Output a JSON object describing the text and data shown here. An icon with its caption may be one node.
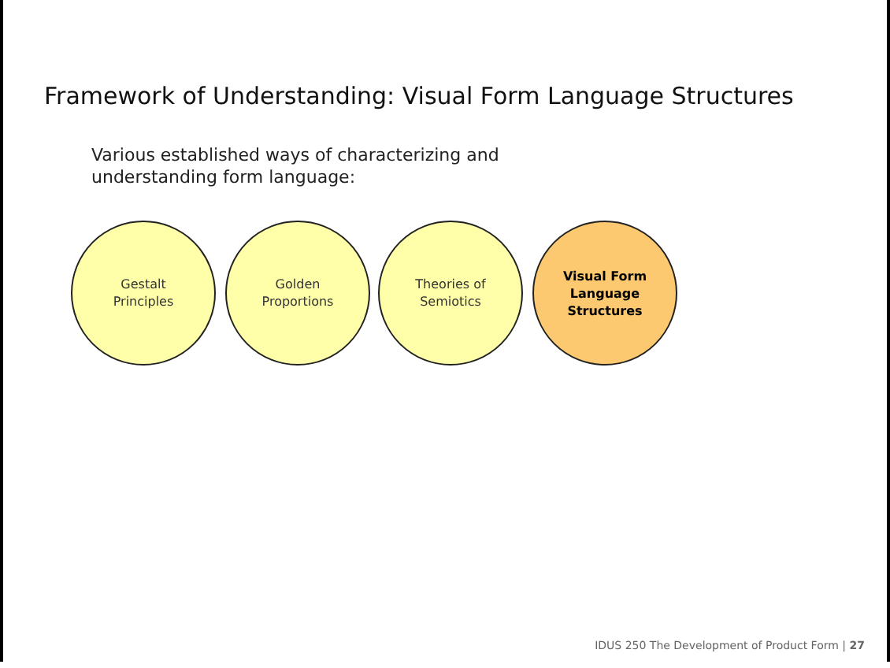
{
  "diagram": {
    "title": "Framework of Understanding: Visual Form Language Structures",
    "nodes": [
      {
        "text": [
          "Gestalt Principles"
        ]
      },
      {
        "text": [
          "Golden Proportions"
        ]
      },
      {
        "text": [
          "Theories of Semiotics"
        ]
      },
      {
        "text": [
          "Visual Form Language Structures"
        ]
      }
    ],
    "labels": [
      "Various established ways of characterizing and understanding form language:",
      "IDUS 250 The Development of Product Form  | **27**"
    ]
  }
}
